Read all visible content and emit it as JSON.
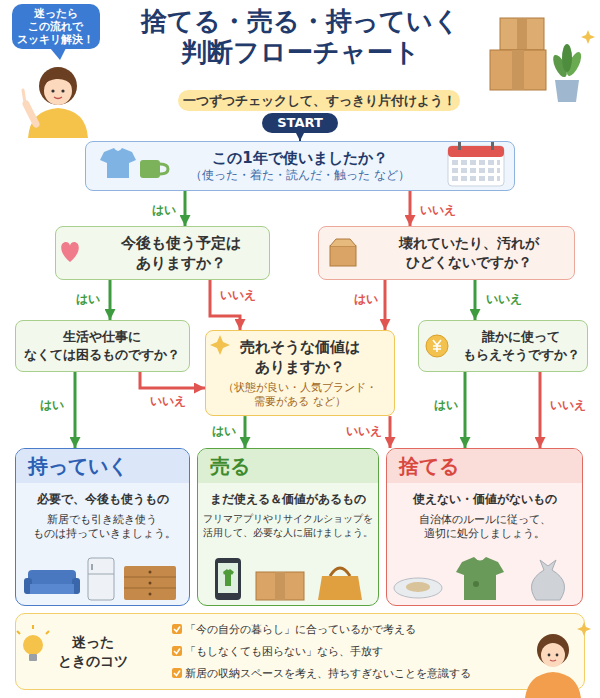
{
  "diagram": {
    "title": "捨てる・売る・持っていく 判断フローチャート",
    "nodes": [
      {
        "text": [
          "迷ったら この流れで スッキリ解決！"
        ]
      },
      {
        "text": [
          "一つずつチェックして、すっきり片付けよう！"
        ]
      },
      {
        "text": [
          "START"
        ]
      },
      {
        "text": [
          "この1年で使いましたか？",
          "（使った・着た・読んだ・触った など）"
        ]
      },
      {
        "text": [
          "今後も使う予定は ありますか？"
        ]
      },
      {
        "text": [
          "壊れていたり、汚れが ひどくないですか？"
        ]
      },
      {
        "text": [
          "生活や仕事に なくては困るものですか？"
        ]
      },
      {
        "text": [
          "売れそうな価値は ありますか？",
          "（状態が良い・人気ブランド・需要がある など）"
        ]
      },
      {
        "text": [
          "誰かに使って もらえそうですか？"
        ]
      },
      {
        "text": [
          "持っていく",
          "必要で、今後も使うもの",
          "新居でも引き続き使う ものは持っていきましょう。"
        ]
      },
      {
        "text": [
          "売る",
          "まだ使える＆価値があるもの",
          "フリマアプリやリサイクルショップを 活用して、必要な人に届けましょう。"
        ]
      },
      {
        "text": [
          "捨てる",
          "使えない・価値がないもの",
          "自治体のルールに従って、 適切に処分しましょう。"
        ]
      },
      {
        "text": [
          "迷った ときのコツ",
          "「今の自分の暮らし」に合っているかで考える",
          "「もしなくても困らない」なら、手放す",
          "新居の収納スペースを考え、持ちすぎないことを意識する"
        ]
      }
    ],
    "edges": [
      {
        "from": 2,
        "to": 3,
        "arrow": "to"
      },
      {
        "from": 3,
        "to": 4,
        "label": "はい",
        "arrow": "to"
      },
      {
        "from": 3,
        "to": 5,
        "label": "いいえ",
        "arrow": "to"
      },
      {
        "from": 4,
        "to": 6,
        "label": "はい",
        "arrow": "to"
      },
      {
        "from": 4,
        "to": 7,
        "label": "いいえ",
        "arrow": "to"
      },
      {
        "from": 5,
        "to": 7,
        "label": "はい",
        "arrow": "to"
      },
      {
        "from": 5,
        "to": 8,
        "label": "いいえ",
        "arrow": "to"
      },
      {
        "from": 6,
        "to": 9,
        "label": "はい",
        "arrow": "to"
      },
      {
        "from": 6,
        "to": 7,
        "label": "いいえ",
        "arrow": "to"
      },
      {
        "from": 7,
        "to": 10,
        "label": "はい",
        "arrow": "to"
      },
      {
        "from": 7,
        "to": 11,
        "label": "いいえ",
        "arrow": "to"
      },
      {
        "from": 8,
        "to": 11,
        "label": "はい",
        "arrow": "to"
      },
      {
        "from": 8,
        "to": 11,
        "label": "いいえ",
        "arrow": "to"
      }
    ]
  }
}
